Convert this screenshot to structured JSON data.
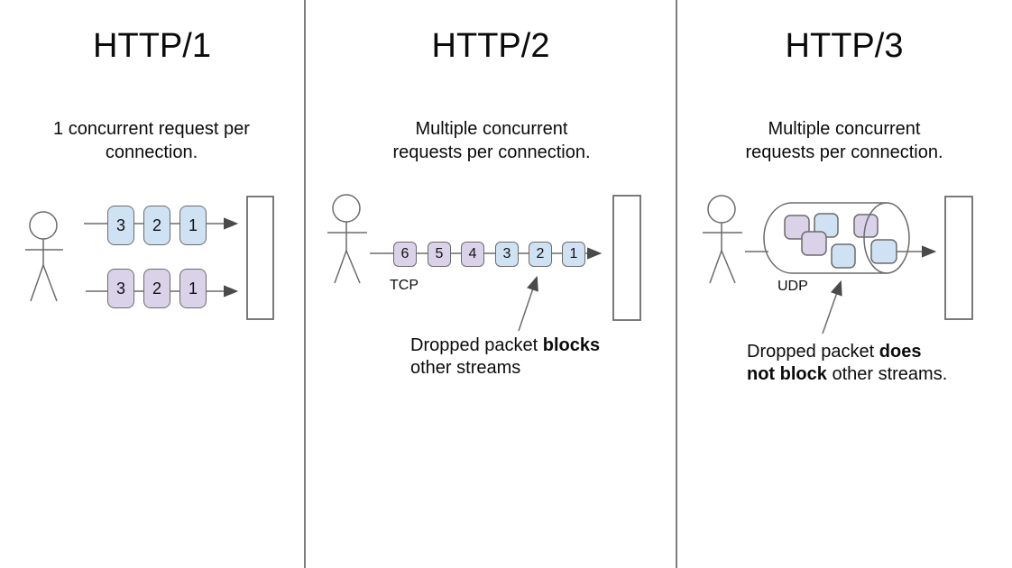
{
  "palette": {
    "packet_blue": "#cfe2f3",
    "packet_purple": "#d9d2e9",
    "line_stroke": "#6b6b6b",
    "divider": "#7d7d7d",
    "text": "#0b0b0b",
    "background": "#ffffff"
  },
  "icons": {
    "client": "stick-figure-person-icon",
    "server": "server-rectangle-icon",
    "udp_tunnel": "cylinder-tube-icon",
    "arrow": "right-arrowhead-icon"
  },
  "columns": {
    "http1": {
      "title": "HTTP/1",
      "subtitle": "1 concurrent request per connection.",
      "streams": [
        {
          "color": "blue",
          "packets": [
            "3",
            "2",
            "1"
          ]
        },
        {
          "color": "purple",
          "packets": [
            "3",
            "2",
            "1"
          ]
        }
      ]
    },
    "http2": {
      "title": "HTTP/2",
      "subtitle": "Multiple concurrent requests per connection.",
      "protocol_label": "TCP",
      "packets": [
        {
          "label": "6",
          "color": "purple"
        },
        {
          "label": "5",
          "color": "purple"
        },
        {
          "label": "4",
          "color": "purple"
        },
        {
          "label": "3",
          "color": "blue"
        },
        {
          "label": "2",
          "color": "blue"
        },
        {
          "label": "1",
          "color": "blue"
        }
      ],
      "caption": {
        "line1_pre": "Dropped packet ",
        "line1_bold": "blocks",
        "line2": "other streams"
      }
    },
    "http3": {
      "title": "HTTP/3",
      "subtitle": "Multiple concurrent requests per connection.",
      "protocol_label": "UDP",
      "packet_colors": [
        "purple",
        "blue",
        "purple",
        "blue",
        "purple",
        "blue"
      ],
      "caption": {
        "line1_pre": "Dropped packet ",
        "line1_bold": "does",
        "line2_bold": "not block",
        "line2_post": " other streams."
      }
    }
  }
}
